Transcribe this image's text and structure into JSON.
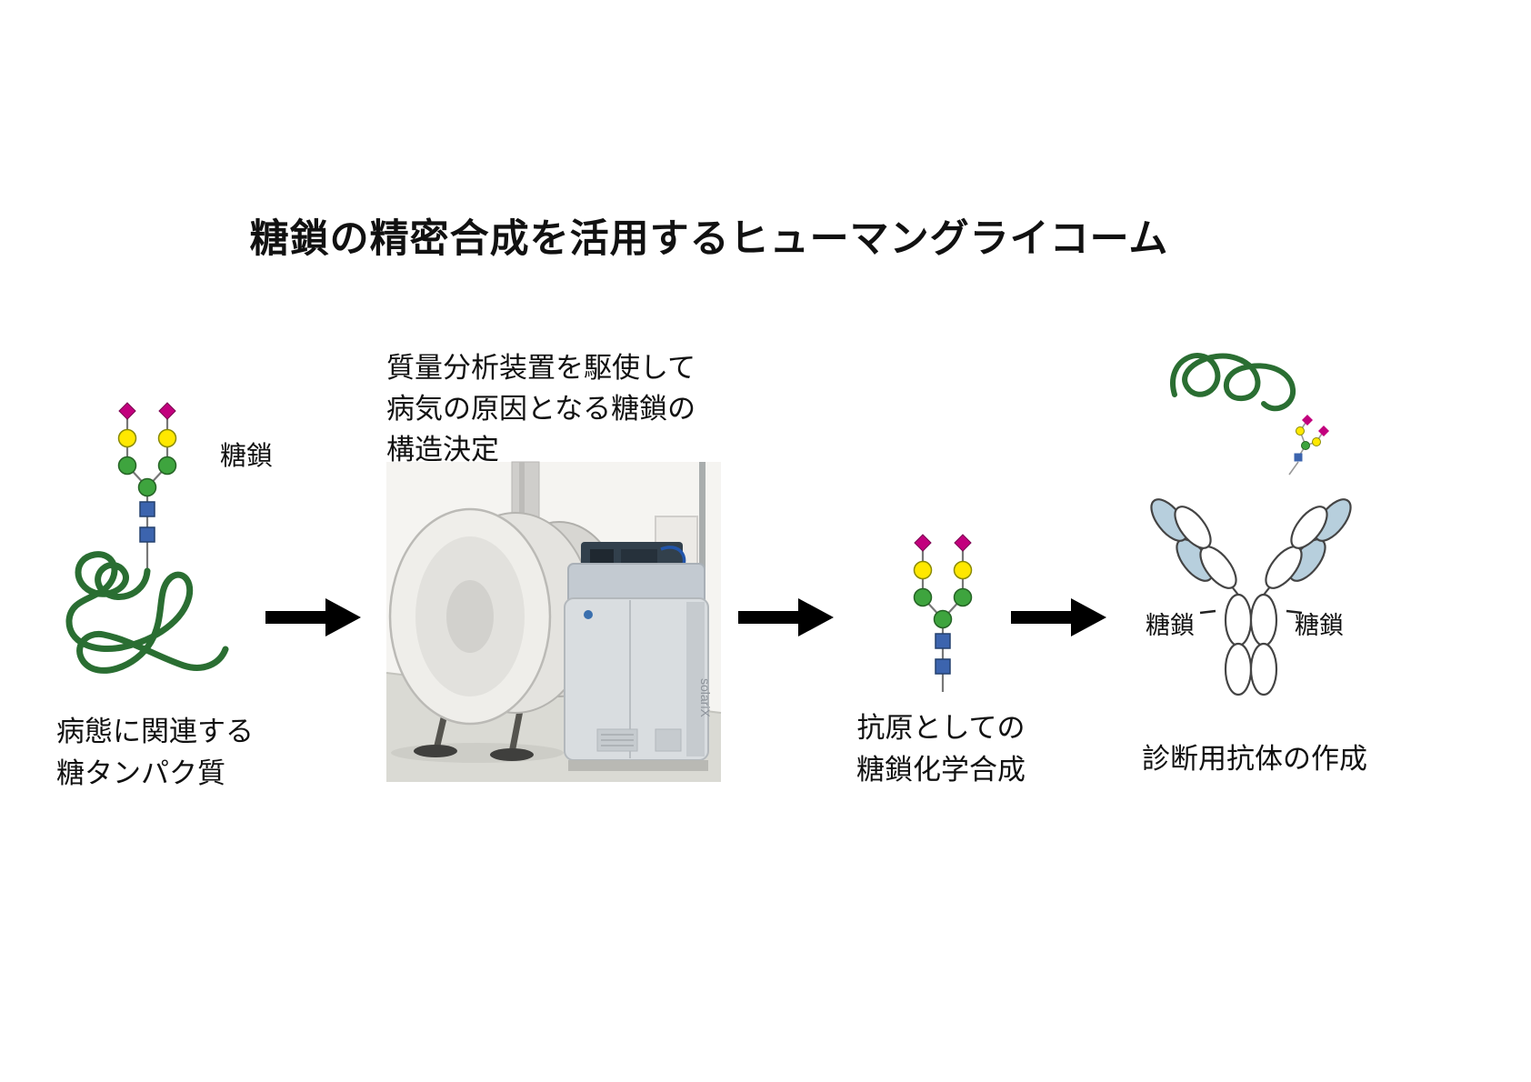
{
  "title": "糖鎖の精密合成を活用するヒューマングライコーム",
  "step1": {
    "glycan_label": "糖鎖",
    "caption_line1": "病態に関連する",
    "caption_line2": "糖タンパク質"
  },
  "step2": {
    "caption_line1": "質量分析装置を駆使して",
    "caption_line2": "病気の原因となる糖鎖の",
    "caption_line3": "構造決定",
    "device_brand": "solariX"
  },
  "step3": {
    "caption_line1": "抗原としての",
    "caption_line2": "糖鎖化学合成"
  },
  "step4": {
    "caption": "診断用抗体の作成",
    "label_left": "糖鎖",
    "label_right": "糖鎖"
  },
  "colors": {
    "sialic_acid_diamond": "#c2007d",
    "galactose_circle": "#ffe800",
    "mannose_circle": "#3ea43e",
    "glcnac_square": "#3c64ae",
    "protein_green": "#2a6e32",
    "antibody_light_blue": "#b7cfdd",
    "arrow_black": "#000000"
  }
}
